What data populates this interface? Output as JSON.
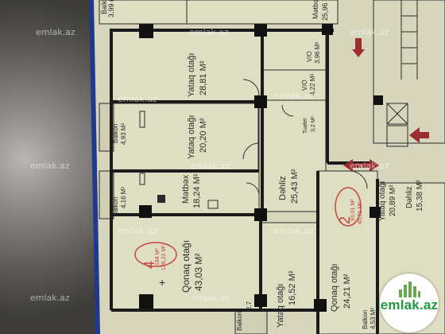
{
  "rooms": {
    "top_balkon": {
      "name": "Balkon",
      "area": "3,99 m²"
    },
    "top_right_room": {
      "name": "Mətbəx",
      "area": "25,96"
    },
    "bedroom1": {
      "name": "Yataq otağı",
      "area": "28,81 M²"
    },
    "vo1": {
      "name": "V/O",
      "area": "3,96 M²"
    },
    "vo2": {
      "name": "V/O",
      "area": "4,22 M²"
    },
    "tualet": {
      "name": "Tualet",
      "area": "3,2 M²"
    },
    "balkon1": {
      "name": "Balkon",
      "area": "4,93 M²"
    },
    "bedroom2": {
      "name": "Yataq otağı",
      "area": "20,20 M²"
    },
    "balkon2": {
      "name": "Balkon",
      "area": "4,16 M²"
    },
    "kitchen": {
      "name": "Mətbəx",
      "area": "18,24 M²"
    },
    "hall": {
      "name": "Dəhliz",
      "area": "25,43 M²"
    },
    "living": {
      "name": "Qonaq otağı",
      "area": "43,03 M²"
    },
    "bedroom3": {
      "name": "Yataq otağı",
      "area": "16,52 M²"
    },
    "balkon3": {
      "name": "Balkon",
      "area": "2,7"
    },
    "living2": {
      "name": "Qonaq otağı",
      "area": "24,21 M²"
    },
    "hall2": {
      "name": "Dəhliz",
      "area": "15,38 M²"
    },
    "room_right": {
      "name": "Yataq otağı",
      "area": "20,89 M²"
    },
    "balkon4": {
      "name": "Balkon",
      "area": "4,53 M²"
    }
  },
  "apartments": [
    {
      "number": "4",
      "area_a": "184 M²",
      "area_b": "128,22 M²"
    },
    {
      "number": "2",
      "area_a": "93,01 M²",
      "area_b": "45,51 M²"
    }
  ],
  "watermark": "emlak.az",
  "logo": {
    "text": "emlak.az"
  },
  "colors": {
    "room_fill": "#dcdcc0",
    "wall": "#1b1b1b",
    "balcony_water": "#1f3a8c",
    "arrow_red": "#9b2e2e",
    "unit_circle": "#c8453e"
  }
}
